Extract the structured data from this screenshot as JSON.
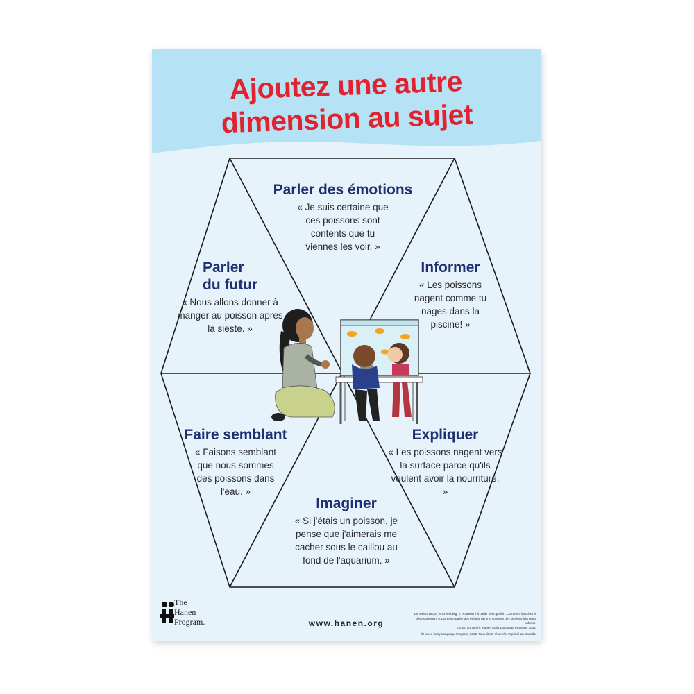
{
  "poster": {
    "title_line1": "Ajoutez une autre",
    "title_line2": "dimension au sujet"
  },
  "segments": {
    "top": {
      "heading": "Parler des émotions",
      "quote": "« Je suis certaine que ces poissons sont contents que tu viennes les voir. »"
    },
    "upper_left": {
      "heading_line1": "Parler",
      "heading_line2": "du futur",
      "quote": "« Nous allons donner à manger au poisson après la sieste. »"
    },
    "upper_right": {
      "heading": "Informer",
      "quote": "« Les poissons nagent comme tu nages dans la piscine! »"
    },
    "lower_left": {
      "heading": "Faire semblant",
      "quote": "« Faisons semblant que nous sommes des poissons dans l'eau. »"
    },
    "lower_right": {
      "heading": "Expliquer",
      "quote": "« Les poissons nagent vers la surface parce qu'ils veulent avoir la nourriture. »"
    },
    "bottom": {
      "heading": "Imaginer",
      "quote": "« Si j'étais un poisson, je pense que j'aimerais me cacher sous le caillou au fond de l'aquarium. »"
    }
  },
  "footer": {
    "logo_line1": "The",
    "logo_line2": "Hanen",
    "logo_line3": "Program.",
    "url": "www.hanen.org",
    "credits_line1": "De Weitzman, E. et Greenberg, J. Apprendre à parler avec plaisir : Comment favoriser le",
    "credits_line2": "développement social et langagier des enfants dans le contexte des services à la petite enfance.",
    "credits_line3": "Toronto (Ontario) : Hanen Early Language Program, 2002.",
    "credits_line4": "©Hanen Early Language Program, 2016. Tous droits réservés. Imprimé au Canada."
  },
  "colors": {
    "title_red": "#e1232f",
    "heading_blue": "#1f2f72",
    "sky_blue": "#b6e2f6",
    "paper_blue": "#e6f3fa"
  }
}
